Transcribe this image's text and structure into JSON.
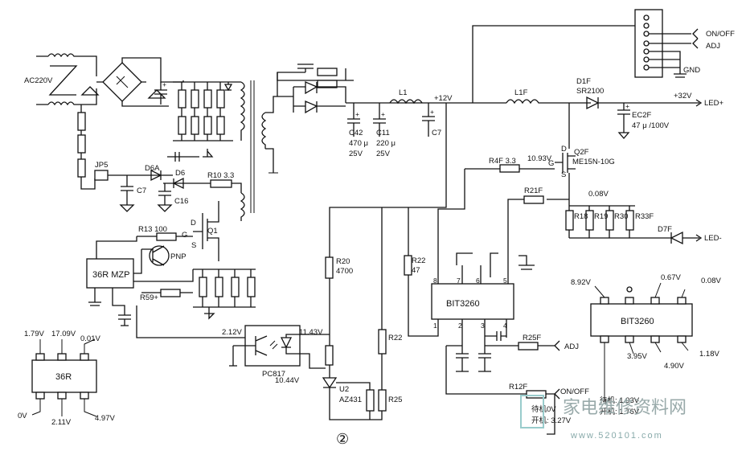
{
  "labels": {
    "ac_input": "AC220V",
    "jp5": "JP5",
    "d6a": "D6A",
    "d6": "D6",
    "c7a": "C7",
    "c16": "C16",
    "r10": "R10 3.3",
    "r13": "R13 100",
    "q1": "Q1",
    "q1_g": "G",
    "q1_d": "D",
    "q1_s": "S",
    "pnp": "PNP",
    "ic_36r_mzp": "36R MZP",
    "r59": "R59+",
    "c42": "C42",
    "c42_val": "470 μ",
    "c42_v": "25V",
    "c11": "C11",
    "c11_val": "220 μ",
    "c11_v": "25V",
    "l1": "L1",
    "plus12v": "+12V",
    "c7b": "C7",
    "l1f": "L1F",
    "d1f": "D1F",
    "sr2100": "SR2100",
    "plus32v": "+32V",
    "led_plus": "LED+",
    "ec2f": "EC2F",
    "ec2f_val": "47 μ /100V",
    "on_off": "ON/OFF",
    "adj": "ADJ",
    "gnd": "GND",
    "q2f": "Q2F",
    "me15n": "ME15N-10G",
    "q2_d": "D",
    "q2_g": "G",
    "q2_s": "S",
    "v_q2g": "10.93V",
    "r4f": "R4F 3.3",
    "r21f": "R21F",
    "v_0_08": "0.08V",
    "r18": "R18",
    "r19": "R19",
    "r30": "R30",
    "r33f": "R33F",
    "d7f": "D7F",
    "led_minus": "LED-",
    "r20": "R20",
    "r20_val": "4700",
    "r22a": "R22",
    "r22a_val": "47",
    "bit3260_main": "BIT3260",
    "pin8": "8",
    "pin7": "7",
    "pin6": "6",
    "pin5": "5",
    "pin1": "1",
    "pin2": "2",
    "pin3": "3",
    "pin4": "4",
    "r22b": "R22",
    "r25": "R25",
    "r25f": "R25F",
    "adj2": "ADJ",
    "r12f": "R12F",
    "on_off2": "ON/OFF",
    "pc817": "PC817",
    "v_2_12": "2.12V",
    "v_11_43": "11.43V",
    "v_10_44": "10.44V",
    "u2": "U2",
    "az431": "AZ431",
    "standby_left": "待机0V",
    "poweron_left": "开机: 3.27V",
    "standby_right": "待机: 1.93V",
    "poweron_right": "开机: 1.76V",
    "ic36r": "36R",
    "v36r_p1": "1.79V",
    "v36r_p2": "17.09V",
    "v36r_p3": "0.01V",
    "v36r_p4": "0V",
    "v36r_p5": "2.11V",
    "v36r_p6": "4.97V",
    "bit3260_pinout": "BIT3260",
    "vb_8_92": "8.92V",
    "vb_0_67": "0.67V",
    "vb_0_08": "0.08V",
    "vb_1_18": "1.18V",
    "vb_3_95": "3.95V",
    "vb_4_90": "4.90V",
    "fig_no": "②",
    "watermark_cn": "家电维修资料网",
    "watermark_url": "www.520101.com"
  }
}
